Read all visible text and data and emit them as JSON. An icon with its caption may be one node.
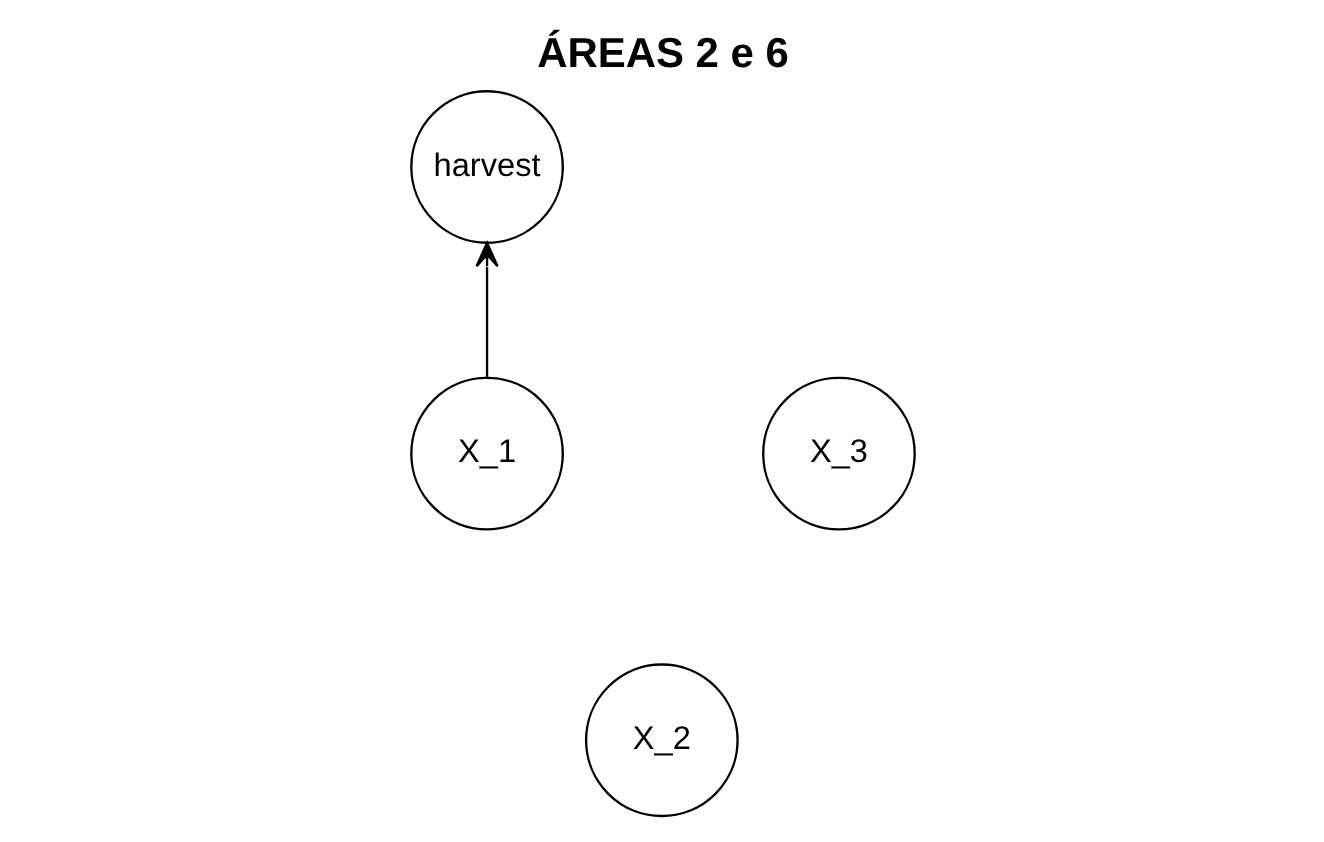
{
  "diagram": {
    "title": "ÁREAS 2 e 6",
    "nodes": [
      {
        "text": [
          "harvest"
        ]
      },
      {
        "text": [
          "X_1"
        ]
      },
      {
        "text": [
          "X_3"
        ]
      },
      {
        "text": [
          "X_2"
        ]
      }
    ],
    "edges": [
      {
        "from": 1,
        "to": 0,
        "arrow": "to"
      }
    ]
  }
}
